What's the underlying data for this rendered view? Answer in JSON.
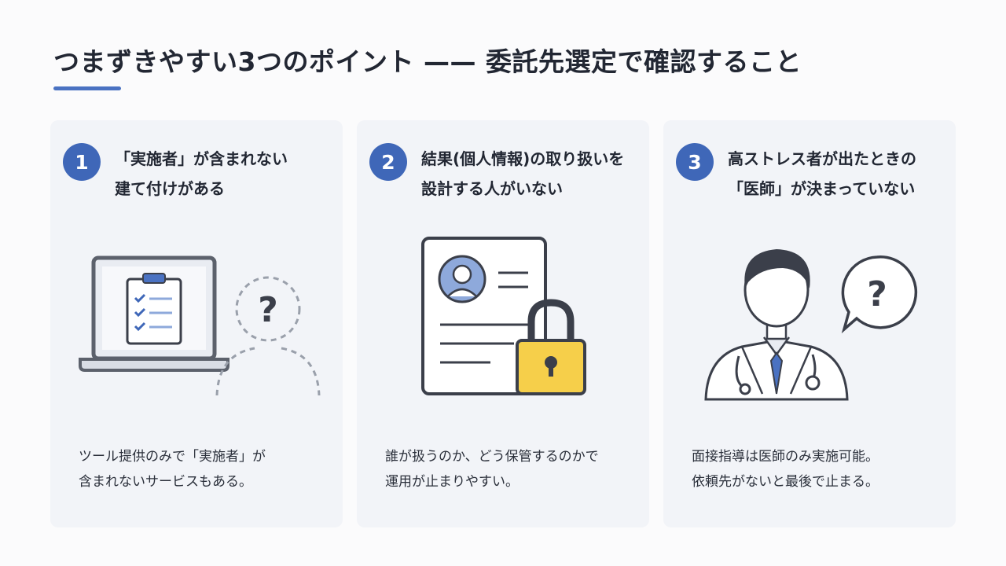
{
  "title": "つまずきやすい3つのポイント —— 委託先選定で確認すること",
  "cards": [
    {
      "number": "1",
      "heading_line1": "「実施者」が含まれない",
      "heading_line2": "建て付けがある",
      "body_line1": "ツール提供のみで「実施者」が",
      "body_line2": "含まれないサービスもある。",
      "icons": [
        "laptop-icon",
        "clipboard-checklist-icon",
        "unknown-person-icon"
      ]
    },
    {
      "number": "2",
      "heading_line1": "結果(個人情報)の取り扱いを",
      "heading_line2": "設計する人がいない",
      "body_line1": "誰が扱うのか、どう保管するのかで",
      "body_line2": "運用が止まりやすい。",
      "icons": [
        "profile-document-icon",
        "padlock-icon"
      ]
    },
    {
      "number": "3",
      "heading_line1": "高ストレス者が出たときの",
      "heading_line2": "「医師」が決まっていない",
      "body_line1": "面接指導は医師のみ実施可能。",
      "body_line2": "依頼先がないと最後で止まる。",
      "icons": [
        "doctor-icon",
        "question-bubble-icon"
      ]
    }
  ],
  "question_mark": "?",
  "colors": {
    "accent": "#3f67b8",
    "card_bg": "#f2f4f8",
    "lock_yellow": "#f6cf4a",
    "avatar_blue": "#8ea9db",
    "outline": "#3b3f4a"
  }
}
